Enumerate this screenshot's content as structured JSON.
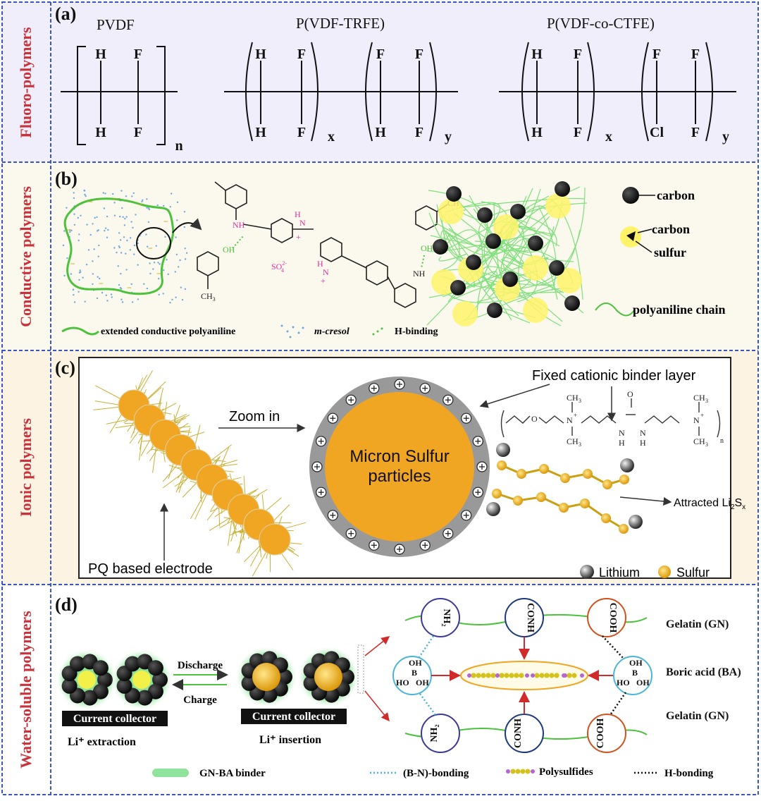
{
  "panels": {
    "a": {
      "side_label": "Fluoro-polymers",
      "letter": "(a)",
      "polymers": [
        {
          "name": "PVDF",
          "top": [
            "H",
            "F"
          ],
          "bottom": [
            "H",
            "F"
          ],
          "subscript": "n"
        },
        {
          "name": "P(VDF-TRFE)",
          "unit1_top": [
            "H",
            "F"
          ],
          "unit1_bottom": [
            "H",
            "F"
          ],
          "sub1": "x",
          "unit2_top": [
            "F",
            "F"
          ],
          "unit2_bottom": [
            "H",
            "F"
          ],
          "sub2": "y"
        },
        {
          "name": "P(VDF-co-CTFE)",
          "unit1_top": [
            "H",
            "F"
          ],
          "unit1_bottom": [
            "H",
            "F"
          ],
          "sub1": "x",
          "unit2_top": [
            "F",
            "F"
          ],
          "unit2_bottom": [
            "Cl",
            "F"
          ],
          "sub2": "y"
        }
      ]
    },
    "b": {
      "side_label": "Conductive polymers",
      "letter": "(b)",
      "chem_labels": {
        "nh": "NH",
        "n": "N",
        "h": "H",
        "oh": "OH",
        "ch3": "CH",
        "ch3_sub": "3",
        "so4": "SO",
        "so4_sup": "2-",
        "so4_sub": "4",
        "plus": "+"
      },
      "legend_items": [
        "carbon",
        "carbon",
        "sulfur",
        "polyaniline  chain"
      ],
      "bottom_legend": [
        "extended conductive polyaniline",
        "m-cresol",
        "H-binding"
      ]
    },
    "c": {
      "side_label": "Ionic polymers",
      "letter": "(c)",
      "zoom_label": "Zoom in",
      "core_label_1": "Micron Sulfur",
      "core_label_2": "particles",
      "binder_label": "Fixed cationic binder layer",
      "attracted_label": "Attracted Li",
      "attracted_sub1": "2",
      "attracted_s": "S",
      "attracted_sub2": "x",
      "electrode_label": "PQ based electrode",
      "legend": [
        "Lithium",
        "Sulfur"
      ],
      "chem": {
        "ch3": "CH",
        "ch3_sub": "3",
        "n": "N",
        "nplus": "+",
        "o": "O",
        "h": "H",
        "nsub": "n"
      }
    },
    "d": {
      "side_label": "Water-soluble polymers",
      "letter": "(d)",
      "discharge": "Discharge",
      "charge": "Charge",
      "collector": "Current collector",
      "extraction": "Li⁺ extraction",
      "insertion": "Li⁺ insertion",
      "groups_top": [
        "NH₂",
        "CONH",
        "COOH"
      ],
      "groups_bottom": [
        "NH₂",
        "CONH",
        "COOH"
      ],
      "boric": {
        "oh": "OH",
        "b": "B",
        "ho": "HO",
        "oh2": "OH"
      },
      "right_labels": [
        "Gelatin (GN)",
        "Boric acid (BA)",
        "Gelatin (GN)"
      ],
      "bottom_legend": [
        "GN-BA binder",
        "(B-N)-bonding",
        "Polysulfides",
        "H-bonding"
      ]
    }
  },
  "colors": {
    "frame": "#3a55c8",
    "side_text": "#c8323a",
    "bg_a": "#efeefa",
    "bg_b": "#fbf8ee",
    "bg_c": "#fdf3e2",
    "bg_d": "#ffffff",
    "sulfur": "#f0a523",
    "chain": "#4cc23c",
    "pink": "#e0309a"
  }
}
